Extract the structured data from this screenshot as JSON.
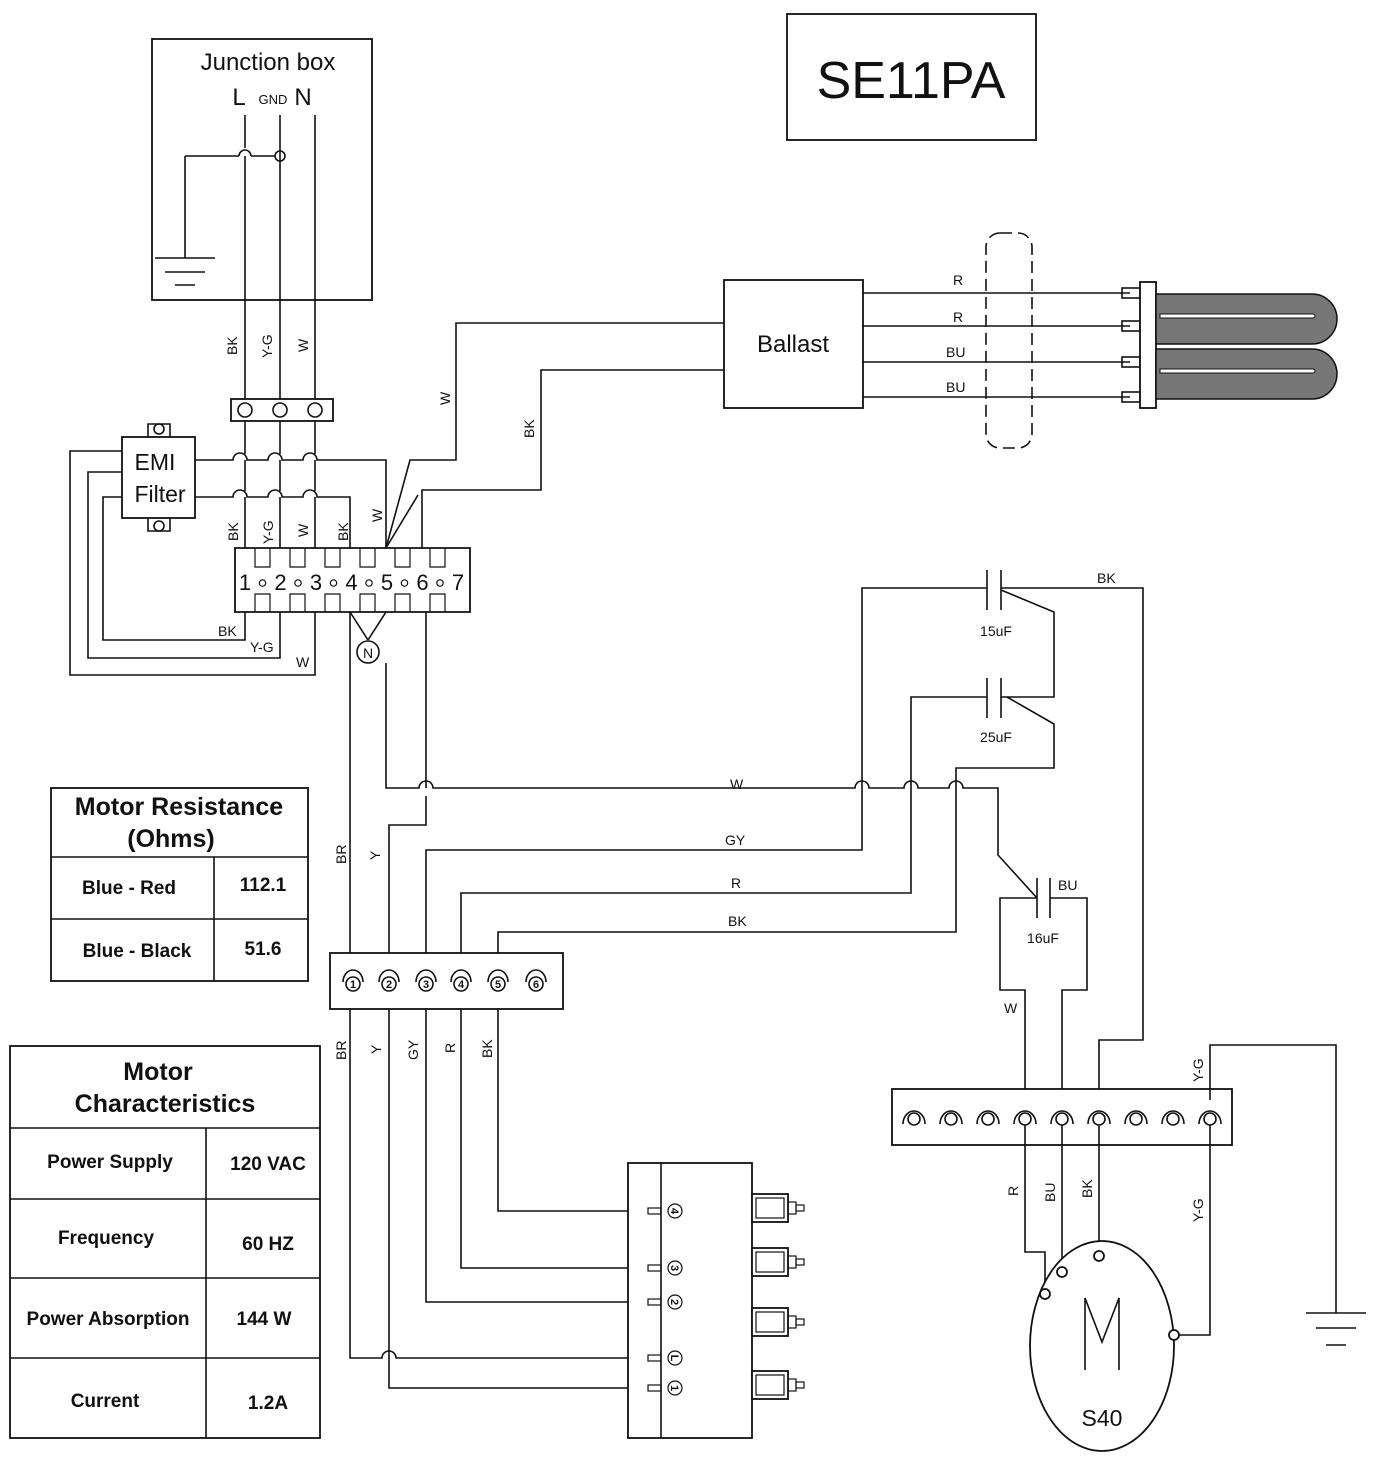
{
  "model": "SE11PA",
  "junction_box": {
    "title": "Junction box",
    "L": "L",
    "GND": "GND",
    "N": "N"
  },
  "emi_filter": {
    "line1": "EMI",
    "line2": "Filter"
  },
  "ballast": "Ballast",
  "terminal_strip": {
    "numbers": [
      "1",
      "2",
      "3",
      "4",
      "5",
      "6",
      "7"
    ]
  },
  "neutral_mark": "N",
  "wires": {
    "BK": "BK",
    "YG": "Y-G",
    "W": "W",
    "R": "R",
    "BU": "BU",
    "GY": "GY",
    "BR": "BR",
    "Y": "Y"
  },
  "capacitors": {
    "c1": "15uF",
    "c2": "25uF",
    "c3": "16uF"
  },
  "connector_pins": [
    "1",
    "2",
    "3",
    "4",
    "5",
    "6"
  ],
  "switch_pins": [
    "4",
    "3",
    "2",
    "L",
    "1"
  ],
  "motor": {
    "symbol": "M",
    "name": "S40"
  },
  "motor_resistance": {
    "title_line1": "Motor Resistance",
    "title_line2": "(Ohms)",
    "rows": [
      {
        "label": "Blue - Red",
        "value": "112.1"
      },
      {
        "label": "Blue - Black",
        "value": "51.6"
      }
    ]
  },
  "motor_characteristics": {
    "title_line1": "Motor",
    "title_line2": "Characteristics",
    "rows": [
      {
        "label": "Power Supply",
        "value": "120 VAC"
      },
      {
        "label": "Frequency",
        "value": "60 HZ"
      },
      {
        "label": "Power Absorption",
        "value": "144 W"
      },
      {
        "label": "Current",
        "value": "1.2A"
      }
    ]
  }
}
